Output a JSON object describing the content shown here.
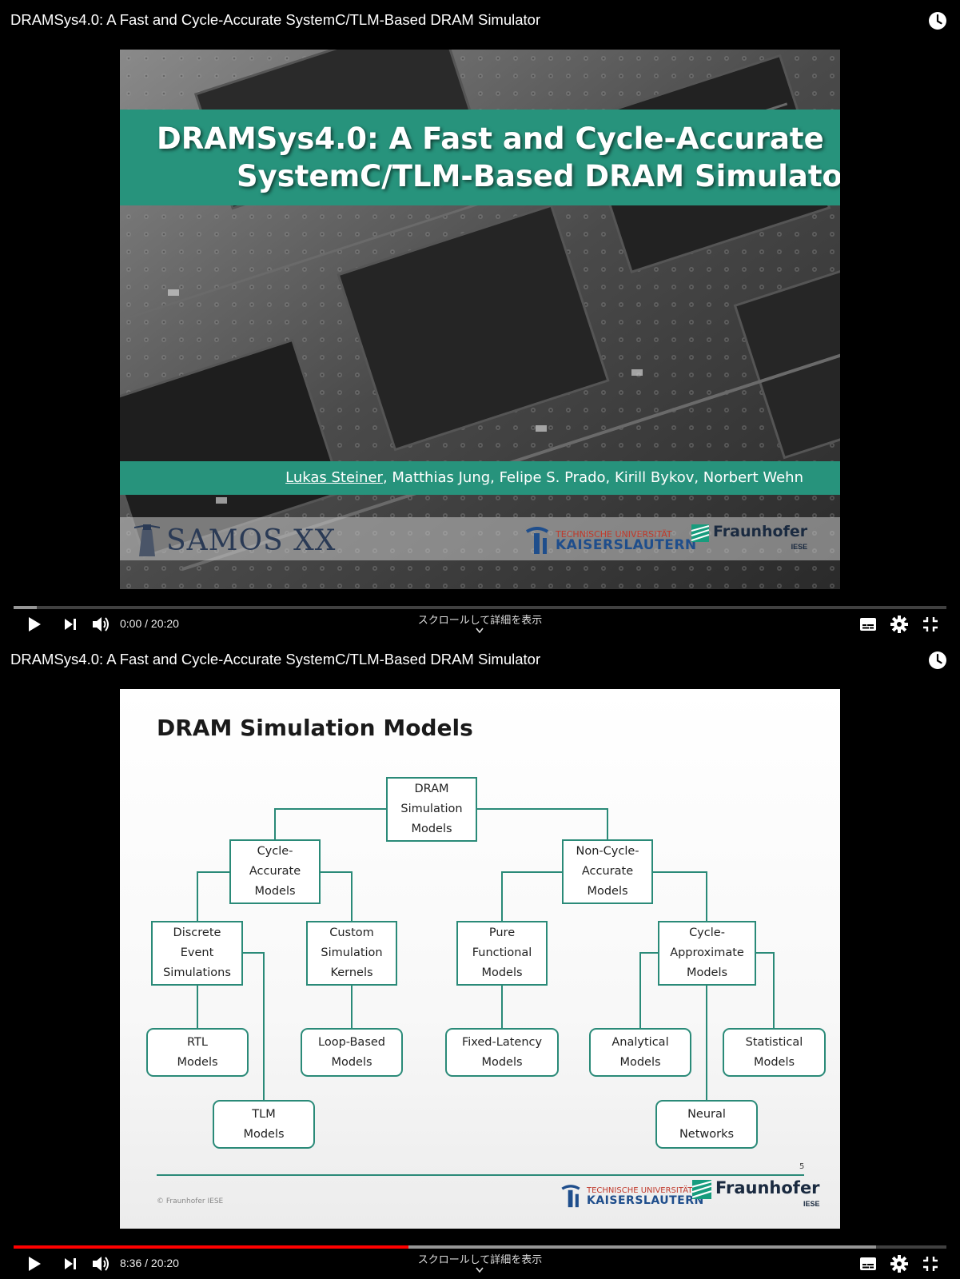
{
  "players": [
    {
      "title": "DRAMSys4.0: A Fast and Cycle-Accurate SystemC/TLM-Based DRAM Simulator",
      "time_current": "0:00",
      "time_total": "20:20",
      "time_display": "0:00 / 20:20",
      "progress_played_fraction": 0.0,
      "progress_buffered_fraction": 0.025,
      "scroll_hint": "スクロールして詳細を表示"
    },
    {
      "title": "DRAMSys4.0: A Fast and Cycle-Accurate SystemC/TLM-Based DRAM Simulator",
      "time_current": "8:36",
      "time_total": "20:20",
      "time_display": "8:36 / 20:20",
      "progress_played_fraction": 0.4229,
      "progress_buffered_fraction": 0.925,
      "scroll_hint": "スクロールして詳細を表示"
    }
  ],
  "slide1": {
    "title_line1": "DRAMSys4.0: A Fast and Cycle-Accurate",
    "title_line2": "SystemC/TLM-Based DRAM Simulator",
    "author_first": "Lukas Steiner",
    "authors_rest": ", Matthias Jung, Felipe S. Prado, Kirill Bykov, Norbert Wehn",
    "samos": "SAMOS XX",
    "tuk_top": "TECHNISCHE UNIVERSITÄT",
    "tuk_bottom": "KAISERSLAUTERN",
    "fraunhofer": "Fraunhofer",
    "fraunhofer_sub": "IESE"
  },
  "slide2": {
    "title": "DRAM Simulation Models",
    "nodes": {
      "root": "DRAM\nSimulation\nModels",
      "cycle_accurate": "Cycle-\nAccurate\nModels",
      "non_cycle_accurate": "Non-Cycle-\nAccurate\nModels",
      "discrete_event": "Discrete\nEvent\nSimulations",
      "custom_kernels": "Custom\nSimulation\nKernels",
      "pure_functional": "Pure\nFunctional\nModels",
      "cycle_approximate": "Cycle-\nApproximate\nModels",
      "rtl": "RTL\nModels",
      "loop_based": "Loop-Based\nModels",
      "fixed_latency": "Fixed-Latency\nModels",
      "analytical": "Analytical\nModels",
      "statistical": "Statistical\nModels",
      "tlm": "TLM\nModels",
      "neural": "Neural\nNetworks"
    },
    "page_number": "5",
    "copyright": "© Fraunhofer IESE",
    "tuk_top": "TECHNISCHE UNIVERSITÄT",
    "tuk_bottom": "KAISERSLAUTERN",
    "fraunhofer": "Fraunhofer",
    "fraunhofer_sub": "IESE"
  },
  "icons": [
    "watch-later-icon",
    "play-icon",
    "next-icon",
    "volume-icon",
    "subtitles-icon",
    "settings-icon",
    "exit-fullscreen-icon",
    "chevron-down-icon"
  ],
  "colors": {
    "progress_red": "#ff0000",
    "slide_teal": "#27937c",
    "tree_teal": "#2a8a78"
  }
}
